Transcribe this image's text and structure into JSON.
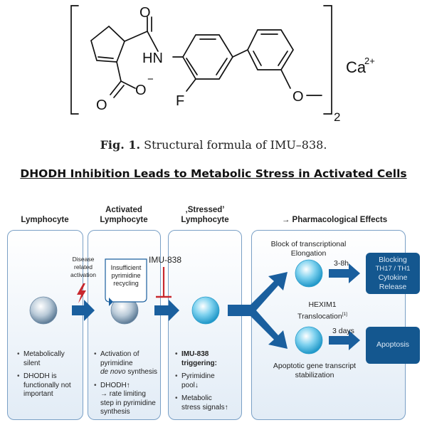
{
  "chemistry": {
    "amide_nh": "HN",
    "oxygen": "O",
    "carboxylate_o": "O",
    "charge_minus": "−",
    "fluorine": "F",
    "methoxy_o": "O",
    "subscript": "2",
    "calcium": "Ca",
    "calcium_charge": "2+"
  },
  "caption": {
    "label": "Fig. 1.",
    "text": "Structural formula of IMU–838."
  },
  "heading": "DHODH Inhibition Leads to Metabolic Stress in Activated Cells",
  "columns": {
    "lymphocyte": {
      "title": "Lymphocyte",
      "bullet1": "Metabolically silent",
      "bullet2": "DHODH is functionally not important"
    },
    "activated": {
      "title_line1": "Activated",
      "title_line2": "Lymphocyte",
      "disease_line1": "Disease",
      "disease_line2": "related",
      "disease_line3": "activation",
      "insufficient_line1": "Insufficient",
      "insufficient_line2": "pyrimidine",
      "insufficient_line3": "recycling",
      "bullet1_a": "Activation of",
      "bullet1_b": "pyrimidine",
      "bullet1_c": "de novo",
      "bullet1_d": " synthesis",
      "bullet2_a": "DHODH",
      "bullet2_arrow": "↑",
      "bullet2_b": "→ rate limiting",
      "bullet2_c": "step in pyrimidine",
      "bullet2_d": "synthesis"
    },
    "drug": {
      "label": "IMU-838"
    },
    "stressed": {
      "title_line1": "‚Stressed’",
      "title_line2": "Lymphocyte",
      "trigger_line1": "IMU-838",
      "trigger_line2": "triggering:",
      "bullet1_a": "Pyrimidine",
      "bullet1_b": "pool",
      "bullet1_arrow": "↓",
      "bullet2_a": "Metabolic",
      "bullet2_b": "stress signals",
      "bullet2_arrow": "↑"
    },
    "effects": {
      "title": "→ Pharmacological Effects",
      "block_line1": "Block of transcriptional",
      "block_line2": "Elongation",
      "hexim_line1": "HEXIM1",
      "hexim_line2": "Translocation",
      "hexim_ref": "[1]",
      "apoptotic_line1": "Apoptotic gene transcript",
      "apoptotic_line2": "stabilization",
      "time1": "3-8h",
      "time2": "3 days",
      "result1_line1": "Blocking",
      "result1_line2": "TH17 / TH1",
      "result1_line3": "Cytokine",
      "result1_line4": "Release",
      "result2": "Apoptosis"
    }
  },
  "colors": {
    "panel_border": "#7aa0c6",
    "arrow_blue": "#1a5f9e",
    "dark_box": "#14578f",
    "inhibit_red": "#c8282e",
    "cell_cyan": "#3db6e0"
  }
}
